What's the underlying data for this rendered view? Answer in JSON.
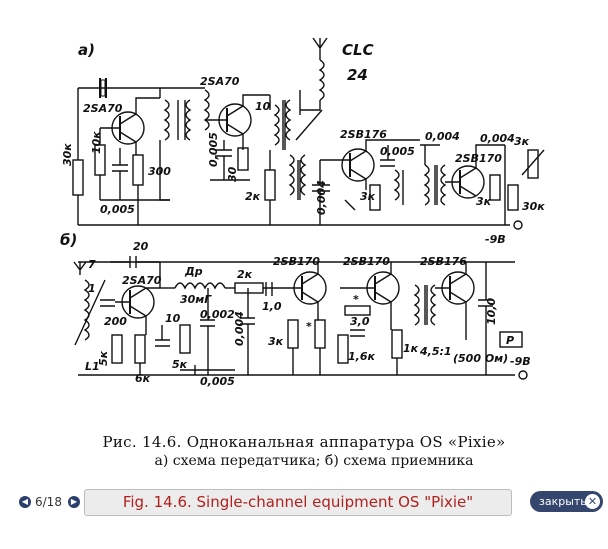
{
  "diagram": {
    "part_a_label": "а)",
    "part_b_label": "б)",
    "labels_a": {
      "antenna": "CLC",
      "antenna_num": "24",
      "t1": "2SA70",
      "t2": "2SA70",
      "t3": "2SB176",
      "t4": "2SB170",
      "r30k": "30к",
      "r10k": "10к",
      "c300": "300",
      "c0005": "0,005",
      "c0005b": "0,005",
      "r30": "30",
      "c10": "10",
      "r2k": "2к",
      "c0004": "0,004",
      "r3k": "3к",
      "c0005c": "0,005",
      "c0004b": "0,004",
      "c0004c": "0,004",
      "r3kb": "3к",
      "r3kc": "3к",
      "r30kb": "30к",
      "supply": "-9В"
    },
    "labels_b": {
      "c20": "20",
      "t1": "2SA70",
      "choke": "Др",
      "choke_val": "30мГ",
      "r2k": "2к",
      "t2": "2SB170",
      "t3": "2SB170",
      "t4": "2SB176",
      "n7": "7",
      "n1": "1",
      "c200": "200",
      "c10": "10",
      "c0002": "0,002",
      "c0004": "0,004",
      "c10b": "1,0",
      "r3k": "3к",
      "star1": "*",
      "star2": "*",
      "c30": "3,0",
      "r16k": "1,6к",
      "r1k": "1к",
      "ratio": "4,5:1",
      "r500": "(500 Ом)",
      "c100": "10,0",
      "phones": "Р",
      "l1": "L1",
      "r5k": "5к",
      "r6k": "6к",
      "r5kb": "5к",
      "c0005": "0,005",
      "supply": "-9В"
    }
  },
  "caption": {
    "line1": "Рис. 14.6. Одноканальная аппаратура OS «Pixie»",
    "line2": "а) схема передатчика; б) схема приемника"
  },
  "nav": {
    "prev_icon": "arrow-left-icon",
    "next_icon": "arrow-right-icon",
    "counter": "6/18",
    "translation": "Fig. 14.6. Single-channel equipment OS \"Pixie\"",
    "close_label": "закрыть",
    "close_icon": "close-icon"
  }
}
